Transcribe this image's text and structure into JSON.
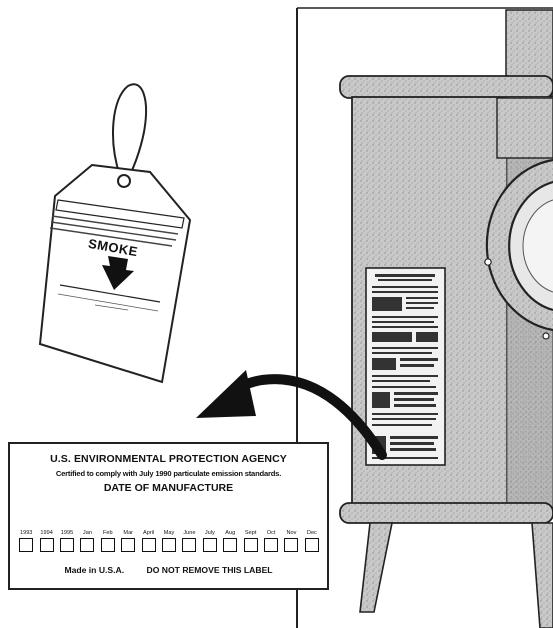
{
  "tag": {
    "word": "SMOKE"
  },
  "epa_label": {
    "agency": "U.S. ENVIRONMENTAL PROTECTION AGENCY",
    "certified": "Certified to comply with July 1990 particulate emission standards.",
    "date_title": "DATE OF MANUFACTURE",
    "months": [
      "1993",
      "1994",
      "1995",
      "Jan",
      "Feb",
      "Mar",
      "April",
      "May",
      "June",
      "July",
      "Aug",
      "Sept",
      "Oct",
      "Nov",
      "Dec"
    ],
    "made_in": "Made in U.S.A.",
    "do_not_remove": "DO NOT REMOVE THIS LABEL"
  }
}
